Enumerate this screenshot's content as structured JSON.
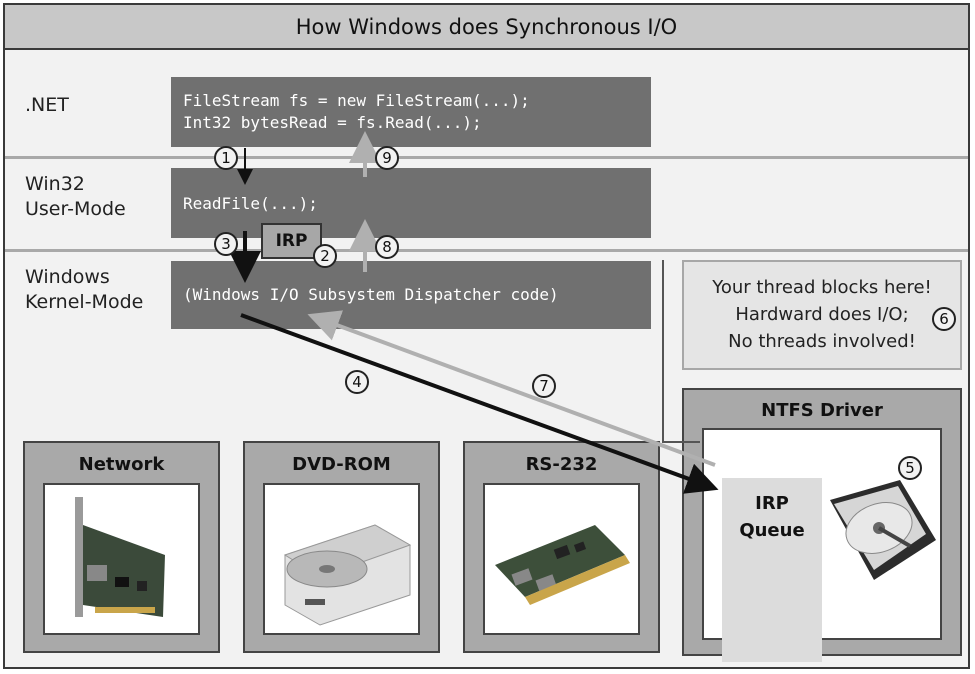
{
  "title": "How Windows does Synchronous I/O",
  "layers": {
    "dotnet": ".NET",
    "win32": "Win32\nUser-Mode",
    "kernel": "Windows\nKernel-Mode"
  },
  "code": {
    "dotnet_line1": "FileStream fs = new FileStream(...);",
    "dotnet_line2": "Int32 bytesRead = fs.Read(...);",
    "win32": "ReadFile(...);",
    "kernel": "(Windows I/O Subsystem Dispatcher code)"
  },
  "irp_label": "IRP",
  "steps": [
    "1",
    "2",
    "3",
    "4",
    "5",
    "6",
    "7",
    "8",
    "9"
  ],
  "block_note": {
    "line1": "Your thread blocks here!",
    "line2": "Hardward does I/O;",
    "line3": "No threads involved!"
  },
  "devices": {
    "network": "Network",
    "dvd": "DVD-ROM",
    "rs232": "RS-232",
    "ntfs": "NTFS Driver"
  },
  "irp_queue": {
    "line1": "IRP",
    "line2": "Queue"
  },
  "colors": {
    "code_box": "#707070",
    "device_frame": "#a9a9a9",
    "arrow_request": "#111111",
    "arrow_return": "#b0b0b0"
  }
}
